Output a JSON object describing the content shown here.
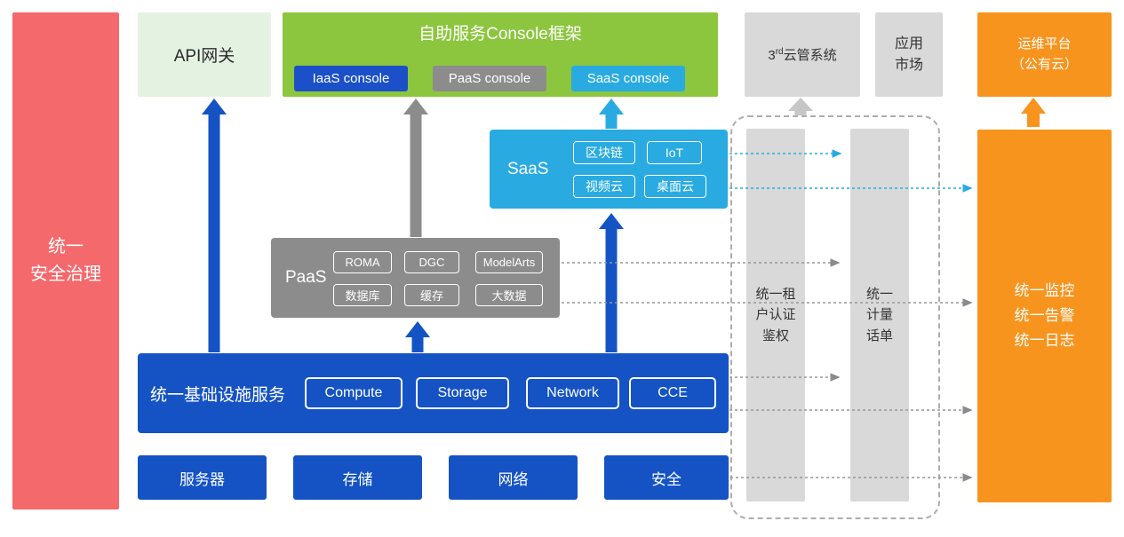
{
  "colors": {
    "red": "#F4696C",
    "light_green": "#E4F2E2",
    "green": "#8CC63F",
    "blue": "#1553C5",
    "cyan": "#29ABE2",
    "gray": "#8C8C8C",
    "light_gray": "#D9D9D9",
    "orange": "#F7941E"
  },
  "security_bar": {
    "label": "统一\n安全治理"
  },
  "api_gateway": {
    "label": "API网关"
  },
  "console_frame": {
    "title": "自助服务Console框架",
    "buttons": [
      {
        "label": "IaaS console"
      },
      {
        "label": "PaaS console"
      },
      {
        "label": "SaaS console"
      }
    ]
  },
  "third_cloud": {
    "num": "3",
    "sup": "rd",
    "rest": "云管系统"
  },
  "app_market": {
    "label": "应用\n市场"
  },
  "om_platform": {
    "label": "运维平台\n（公有云）"
  },
  "saas_box": {
    "label": "SaaS",
    "chips": [
      "区块链",
      "IoT",
      "视频云",
      "桌面云"
    ]
  },
  "paas_box": {
    "label": "PaaS",
    "chips": [
      "ROMA",
      "DGC",
      "ModelArts",
      "数据库",
      "缓存",
      "大数据"
    ]
  },
  "infra_bar": {
    "label": "统一基础设施服务",
    "chips": [
      "Compute",
      "Storage",
      "Network",
      "CCE"
    ]
  },
  "bottom_row": {
    "items": [
      "服务器",
      "存储",
      "网络",
      "安全"
    ]
  },
  "auth_bar": {
    "label": "统一租\n户认证\n鉴权"
  },
  "metering_bar": {
    "label": "统一\n计量\n话单"
  },
  "monitor_bar": {
    "label": "统一监控\n统一告警\n统一日志"
  }
}
